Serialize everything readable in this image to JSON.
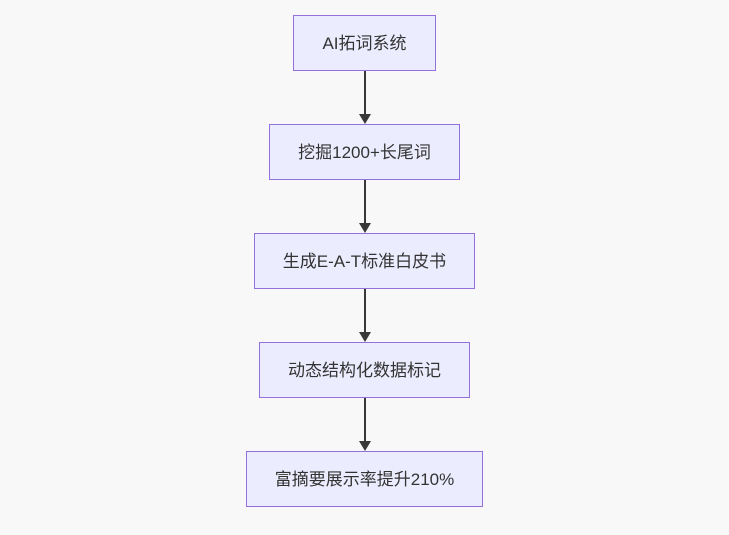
{
  "flowchart": {
    "direction": "top-down",
    "background_color": "#f8f8f8",
    "node_fill_color": "#ECECFF",
    "node_border_color": "#9370DB",
    "node_text_color": "#333333",
    "arrow_color": "#383838",
    "nodes": [
      {
        "label": "AI拓词系统"
      },
      {
        "label": "挖掘1200+长尾词"
      },
      {
        "label": "生成E-A-T标准白皮书"
      },
      {
        "label": "动态结构化数据标记"
      },
      {
        "label": "富摘要展示率提升210%"
      }
    ],
    "edges": [
      {
        "from": 0,
        "to": 1,
        "style": "arrow-down"
      },
      {
        "from": 1,
        "to": 2,
        "style": "arrow-down"
      },
      {
        "from": 2,
        "to": 3,
        "style": "arrow-down"
      },
      {
        "from": 3,
        "to": 4,
        "style": "arrow-down"
      }
    ]
  }
}
